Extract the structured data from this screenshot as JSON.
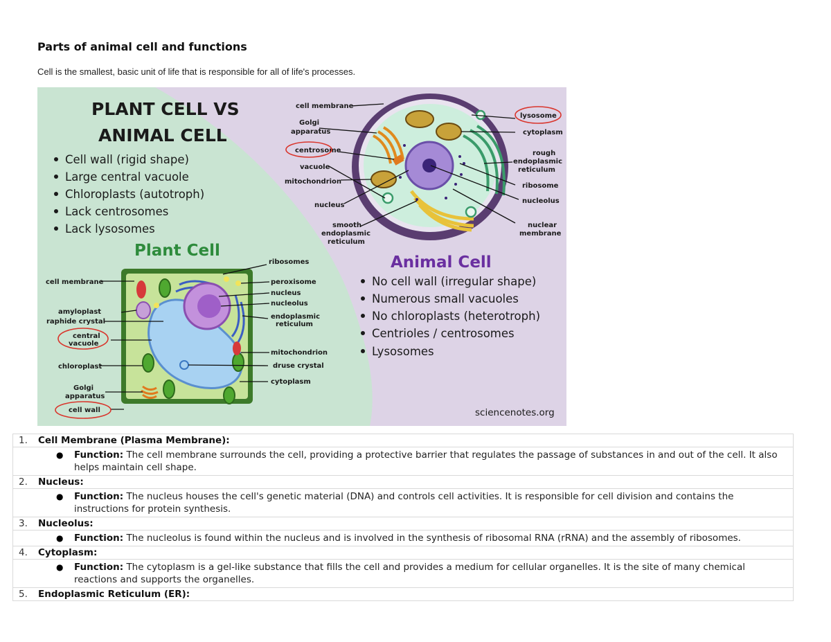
{
  "document": {
    "title": "Parts of animal cell and functions",
    "intro": "Cell is the smallest, basic unit of life that is responsible for all of life's processes."
  },
  "figure": {
    "heading_line1": "PLANT CELL VS",
    "heading_line2": "ANIMAL CELL",
    "plant_points": [
      "Cell wall (rigid shape)",
      "Large central vacuole",
      "Chloroplasts (autotroph)",
      "Lack centrosomes",
      "Lack lysosomes"
    ],
    "plant_title": "Plant Cell",
    "animal_title": "Animal Cell",
    "animal_points": [
      "No cell wall (irregular shape)",
      "Numerous small vacuoles",
      "No chloroplasts (heterotroph)",
      "Centrioles / centrosomes",
      "Lysosomes"
    ],
    "credit": "sciencenotes.org",
    "animal_labels": {
      "cell_membrane": "cell membrane",
      "golgi_1": "Golgi",
      "golgi_2": "apparatus",
      "centrosome": "centrosome",
      "vacuole": "vacuole",
      "mitochondrion": "mitochondrion",
      "nucleus": "nucleus",
      "smooth_1": "smooth",
      "smooth_2": "endoplasmic",
      "smooth_3": "reticulum",
      "lysosome": "lysosome",
      "cytoplasm": "cytoplasm",
      "rough_1": "rough",
      "rough_2": "endoplasmic",
      "rough_3": "reticulum",
      "ribosome": "ribosome",
      "nucleolus": "nucleolus",
      "nuclear_1": "nuclear",
      "nuclear_2": "membrane"
    },
    "plant_labels": {
      "cell_membrane": "cell membrane",
      "amyloplast": "amyloplast",
      "raphide": "raphide crystal",
      "central_1": "central",
      "central_2": "vacuole",
      "chloroplast": "chloroplast",
      "golgi_1": "Golgi",
      "golgi_2": "apparatus",
      "cell_wall": "cell wall",
      "ribosomes": "ribosomes",
      "peroxisome": "peroxisome",
      "nucleus": "nucleus",
      "nucleolus": "nucleolus",
      "er_1": "endoplasmic",
      "er_2": "reticulum",
      "mitochondrion": "mitochondrion",
      "druse": "druse crystal",
      "cytoplasm": "cytoplasm"
    },
    "colors": {
      "left_bg": "#c9e4d2",
      "right_bg": "#ddd3e6",
      "plant_green": "#2e8b3c",
      "animal_purple": "#6a2fa0",
      "highlight_red": "#d9342b"
    }
  },
  "list": {
    "items": [
      {
        "num": "1.",
        "heading": "Cell Membrane (Plasma Membrane):",
        "label": "Function:",
        "text": "The cell membrane surrounds the cell, providing a protective barrier that regulates the passage of substances in and out of the cell. It also helps maintain cell shape."
      },
      {
        "num": "2.",
        "heading": "Nucleus:",
        "label": "Function:",
        "text": "The nucleus houses the cell's genetic material (DNA) and controls cell activities. It is responsible for cell division and contains the instructions for protein synthesis."
      },
      {
        "num": "3.",
        "heading": "Nucleolus:",
        "label": "Function:",
        "text": "The nucleolus is found within the nucleus and is involved in the synthesis of ribosomal RNA (rRNA) and the assembly of ribosomes."
      },
      {
        "num": "4.",
        "heading": "Cytoplasm:",
        "label": "Function:",
        "text": "The cytoplasm is a gel-like substance that fills the cell and provides a medium for cellular organelles. It is the site of many chemical reactions and supports the organelles."
      },
      {
        "num": "5.",
        "heading": "Endoplasmic Reticulum (ER):"
      }
    ]
  }
}
